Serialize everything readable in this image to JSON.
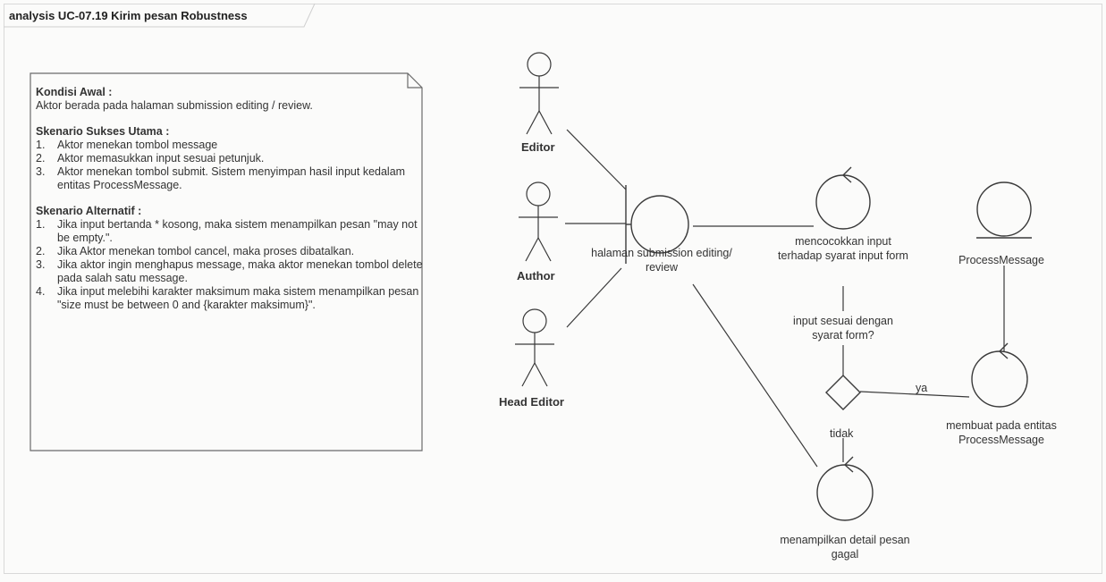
{
  "diagram": {
    "title": "analysis UC-07.19 Kirim pesan Robustness",
    "note": {
      "initial_heading": "Kondisi Awal :",
      "initial_text": "Aktor berada pada halaman submission editing / review.",
      "main_heading": "Skenario Sukses Utama :",
      "main_items": [
        {
          "num": "1.",
          "text": "Aktor menekan tombol message"
        },
        {
          "num": "2.",
          "text": "Aktor memasukkan input sesuai petunjuk."
        },
        {
          "num": "3.",
          "text": "Aktor menekan tombol submit. Sistem menyimpan hasil input kedalam entitas ProcessMessage."
        }
      ],
      "alt_heading": "Skenario Alternatif :",
      "alt_items": [
        {
          "num": "1.",
          "text": "Jika input bertanda * kosong, maka sistem menampilkan pesan \"may not be empty.\"."
        },
        {
          "num": "2.",
          "text": "Jika Aktor menekan tombol cancel, maka proses dibatalkan."
        },
        {
          "num": "3.",
          "text": "Jika aktor ingin menghapus message, maka aktor menekan tombol delete pada salah satu message."
        },
        {
          "num": "4.",
          "text": "Jika input melebihi karakter maksimum maka sistem menampilkan pesan \"size must be between 0 and {karakter maksimum}\"."
        }
      ]
    },
    "actors": {
      "editor": "Editor",
      "author": "Author",
      "head_editor": "Head Editor"
    },
    "boundary": {
      "label": "halaman submission editing/ review"
    },
    "controls": {
      "match": "mencocokkan input terhadap syarat input form",
      "create": "membuat  pada entitas ProcessMessage",
      "show_fail": "menampilkan detail pesan gagal"
    },
    "entity": {
      "label": "ProcessMessage"
    },
    "decision": {
      "question": "input sesuai dengan syarat form?",
      "yes": "ya",
      "no": "tidak"
    }
  }
}
